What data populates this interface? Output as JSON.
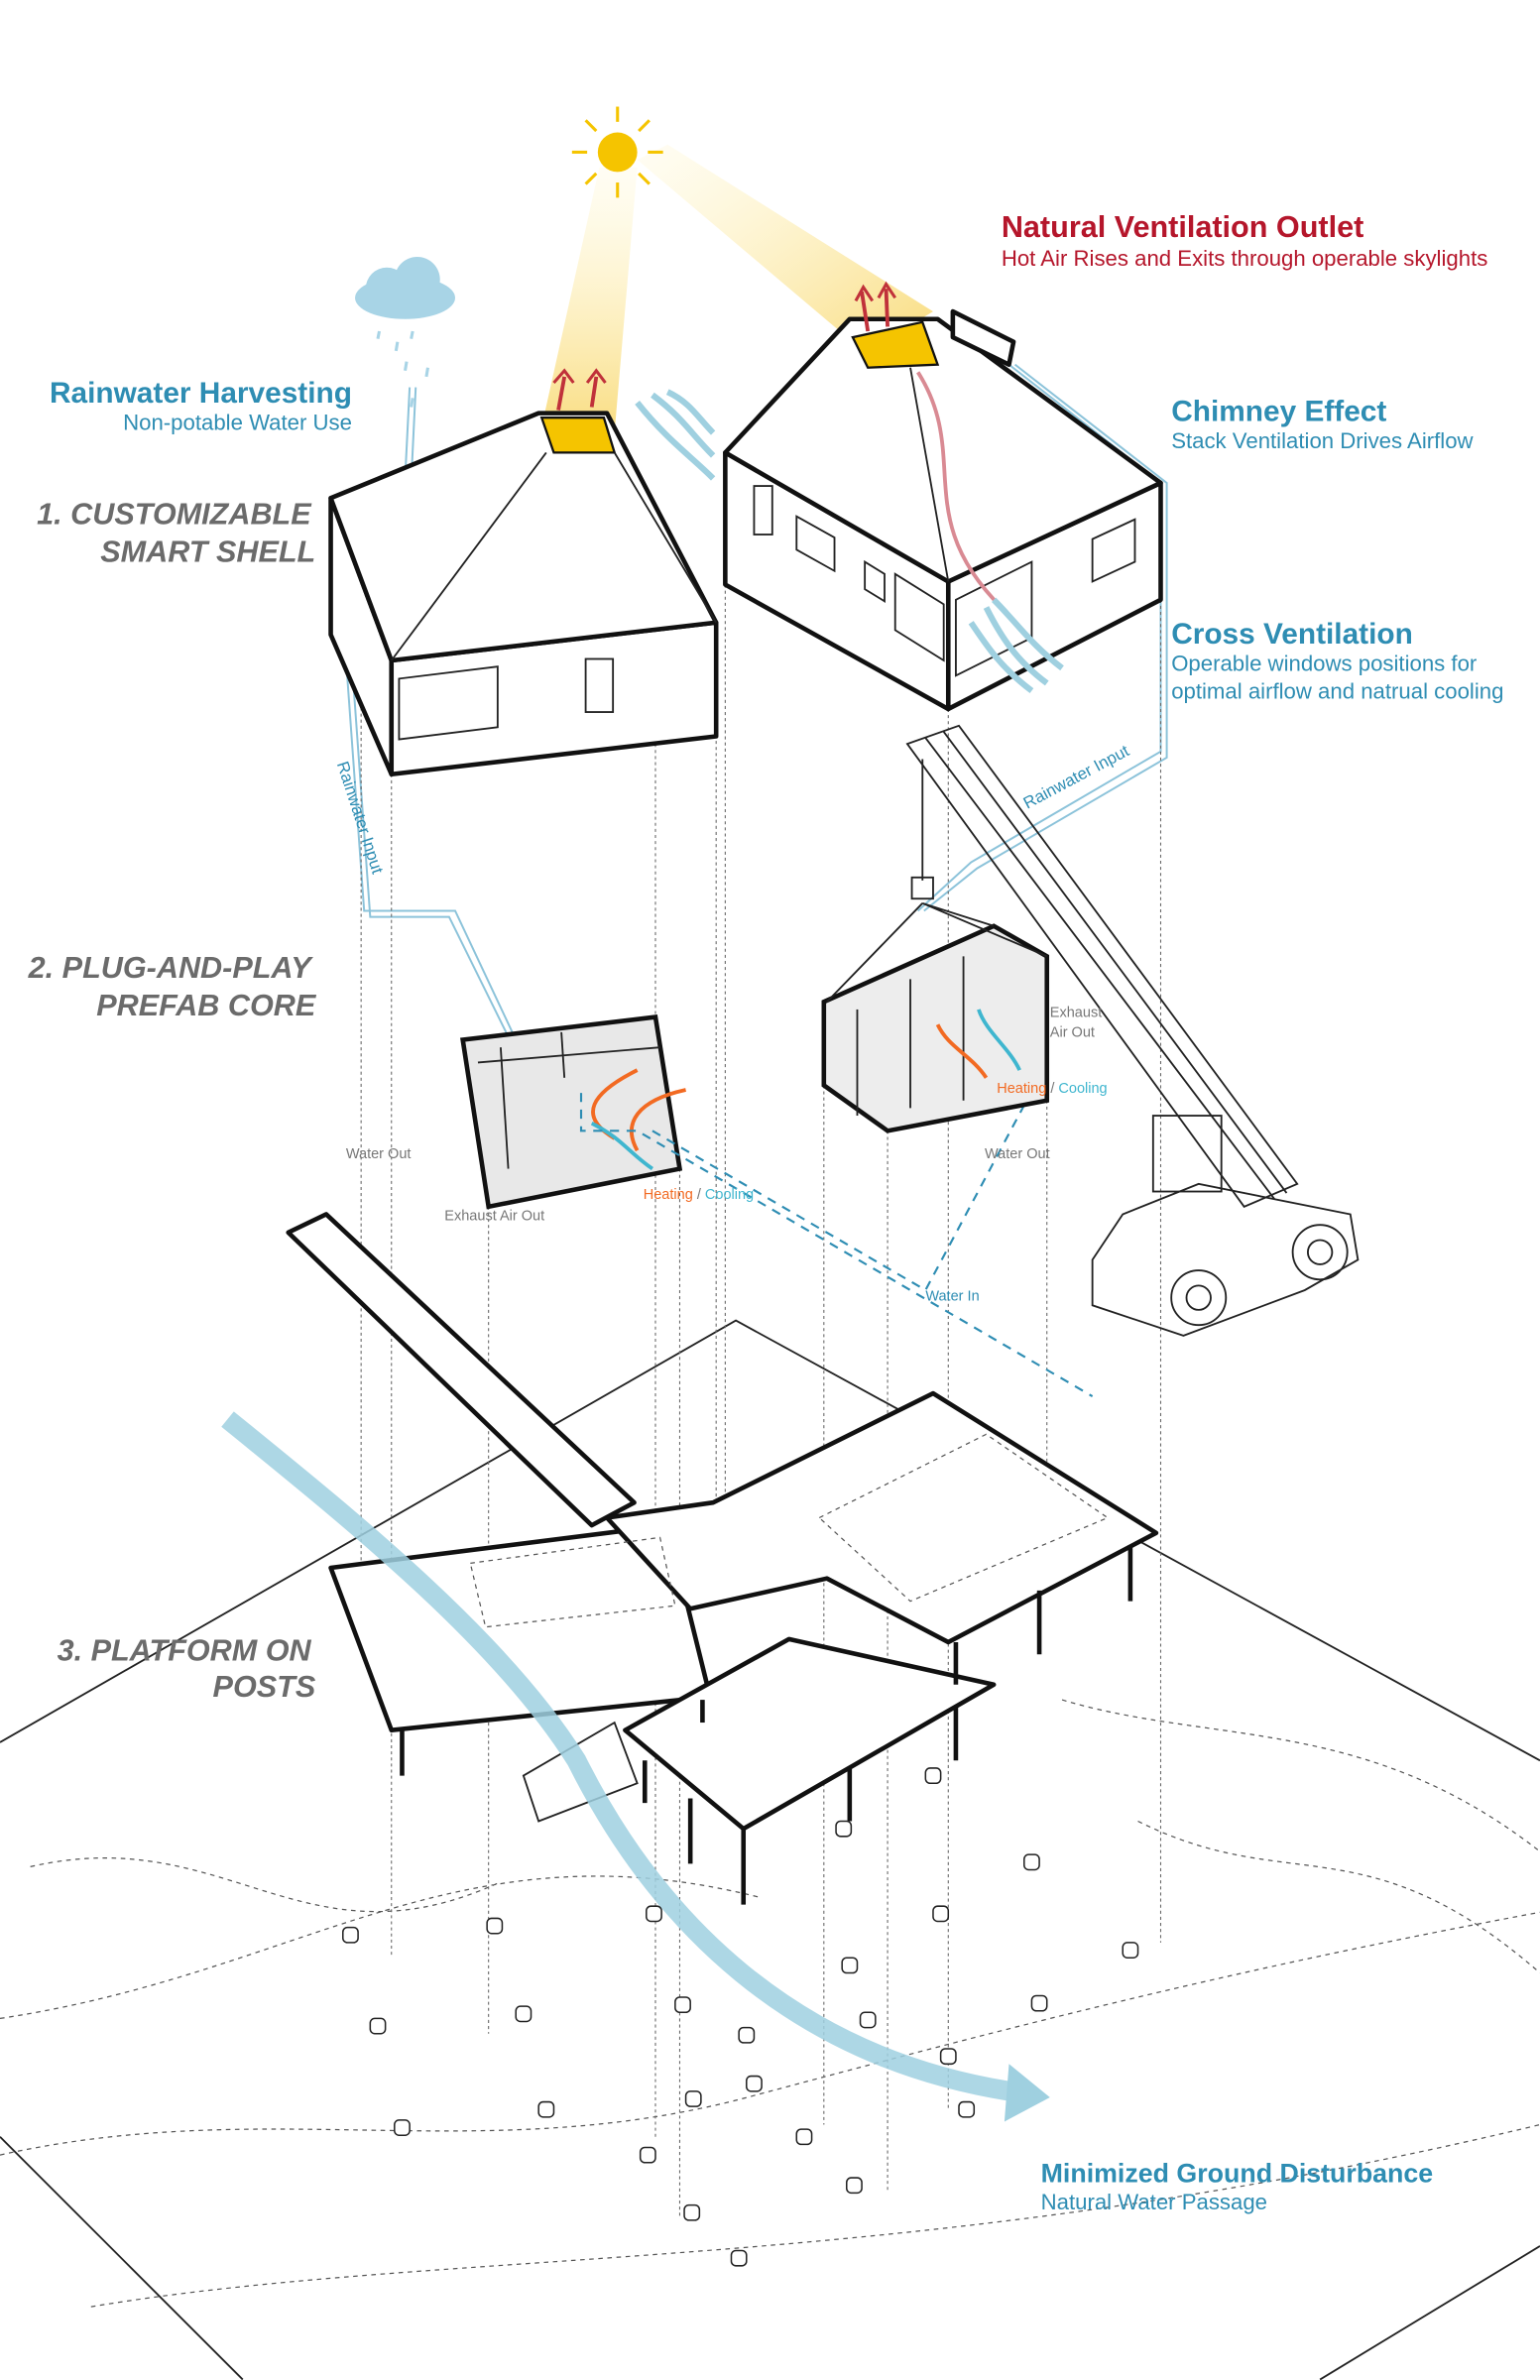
{
  "annotations": {
    "natural_ventilation": {
      "title": "Natural Ventilation Outlet",
      "subtitle": "Hot Air Rises and Exits through operable skylights"
    },
    "rainwater_harvesting": {
      "title": "Rainwater Harvesting",
      "subtitle": "Non-potable Water Use"
    },
    "chimney_effect": {
      "title": "Chimney Effect",
      "subtitle": "Stack Ventilation Drives Airflow"
    },
    "cross_ventilation": {
      "title": "Cross Ventilation",
      "subtitle_line1": "Operable windows positions for",
      "subtitle_line2": "optimal airflow and natrual cooling"
    },
    "ground": {
      "title": "Minimized Ground Disturbance",
      "subtitle": "Natural Water Passage"
    }
  },
  "steps": [
    {
      "line1": "1. CUSTOMIZABLE",
      "line2": "SMART SHELL"
    },
    {
      "line1": "2. PLUG-AND-PLAY",
      "line2": "PREFAB CORE"
    },
    {
      "line1": "3. PLATFORM ON",
      "line2": "POSTS"
    }
  ],
  "labels": {
    "rainwater_input": "Rainwater Input",
    "water_out": "Water Out",
    "exhaust_air_out": "Exhaust Air Out",
    "exhaust": "Exhaust",
    "air_out": "Air Out",
    "heating": "Heating",
    "slash": " / ",
    "cooling": "Cooling",
    "water_in": "Water In"
  },
  "colors": {
    "red": "#b5162b",
    "blue": "#2e8db3",
    "orange": "#f26a22",
    "cyan": "#3fb6cf",
    "gray": "#6b6b6b",
    "sun": "#f5c400"
  }
}
